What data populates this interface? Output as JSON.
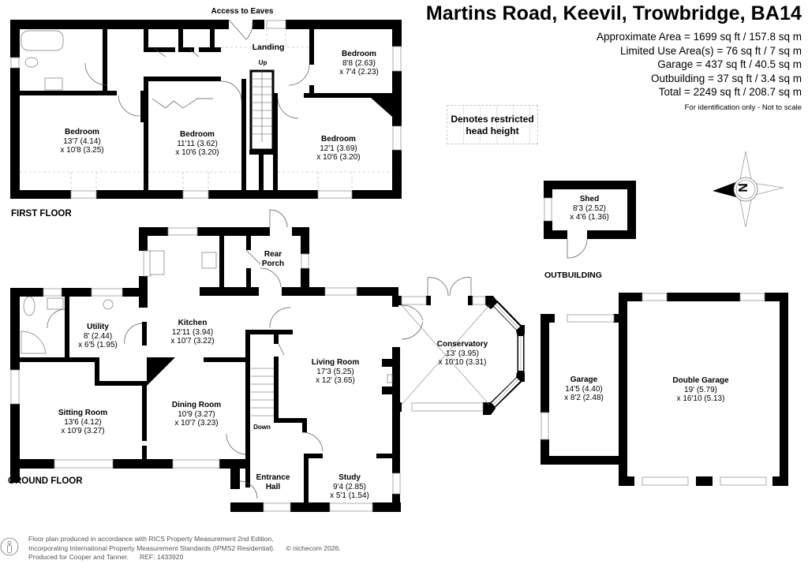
{
  "header": {
    "title": "Martins Road, Keevil, Trowbridge, BA14",
    "areas": [
      "Approximate Area = 1699 sq ft / 157.8 sq m",
      "Limited Use Area(s) = 76 sq ft / 7 sq m",
      "Garage = 437 sq ft / 40.5 sq m",
      "Outbuilding = 37 sq ft / 3.4 sq m",
      "Total = 2249 sq ft / 208.7 sq m"
    ],
    "scale_note": "For identification only - Not to scale"
  },
  "legend": {
    "restricted_height": "Denotes restricted head height"
  },
  "floors": {
    "first": {
      "label": "FIRST FLOOR",
      "rooms": [
        {
          "name": "Bedroom",
          "dim1": "13'7 (4.14)",
          "dim2": "x 10'8 (3.25)"
        },
        {
          "name": "Bedroom",
          "dim1": "11'11 (3.62)",
          "dim2": "x 10'6 (3.20)"
        },
        {
          "name": "Bedroom",
          "dim1": "12'1 (3.69)",
          "dim2": "x 10'6 (3.20)"
        },
        {
          "name": "Bedroom",
          "dim1": "8'8 (2.63)",
          "dim2": "x 7'4 (2.23)"
        }
      ],
      "labels": {
        "landing": "Landing",
        "up": "Up",
        "eaves": "Access to Eaves"
      }
    },
    "ground": {
      "label": "GROUND FLOOR",
      "rooms": [
        {
          "name": "Kitchen",
          "dim1": "12'11 (3.94)",
          "dim2": "x 10'7 (3.22)"
        },
        {
          "name": "Utility",
          "dim1": "8' (2.44)",
          "dim2": "x 6'5 (1.95)"
        },
        {
          "name": "Sitting Room",
          "dim1": "13'6 (4.12)",
          "dim2": "x 10'9 (3.27)"
        },
        {
          "name": "Dining Room",
          "dim1": "10'9 (3.27)",
          "dim2": "x 10'7 (3.23)"
        },
        {
          "name": "Living Room",
          "dim1": "17'3 (5.25)",
          "dim2": "x 12' (3.65)"
        },
        {
          "name": "Conservatory",
          "dim1": "13' (3.95)",
          "dim2": "x 10'10 (3.31)"
        },
        {
          "name": "Study",
          "dim1": "9'4 (2.85)",
          "dim2": "x 5'1 (1.54)"
        }
      ],
      "labels": {
        "rear_porch_1": "Rear",
        "rear_porch_2": "Porch",
        "entrance_1": "Entrance",
        "entrance_2": "Hall",
        "down": "Down"
      }
    },
    "outbuilding": {
      "label": "OUTBUILDING",
      "rooms": [
        {
          "name": "Shed",
          "dim1": "8'3 (2.52)",
          "dim2": "x 4'6 (1.36)"
        }
      ]
    },
    "garages": {
      "rooms": [
        {
          "name": "Garage",
          "dim1": "14'5 (4.40)",
          "dim2": "x 8'2 (2.48)"
        },
        {
          "name": "Double Garage",
          "dim1": "19' (5.79)",
          "dim2": "x 16'10 (5.13)"
        }
      ]
    }
  },
  "compass": {
    "letter": "N"
  },
  "footer": {
    "line1": "Floor plan produced in accordance with RICS Property Measurement 2nd Edition,",
    "line2": "Incorporating International Property Measurement Standards (IPMS2 Residential).",
    "copyright": "© nichecom 2026.",
    "line3a": "Produced for Cooper and Tanner.",
    "line3b": "REF:  1433920"
  }
}
